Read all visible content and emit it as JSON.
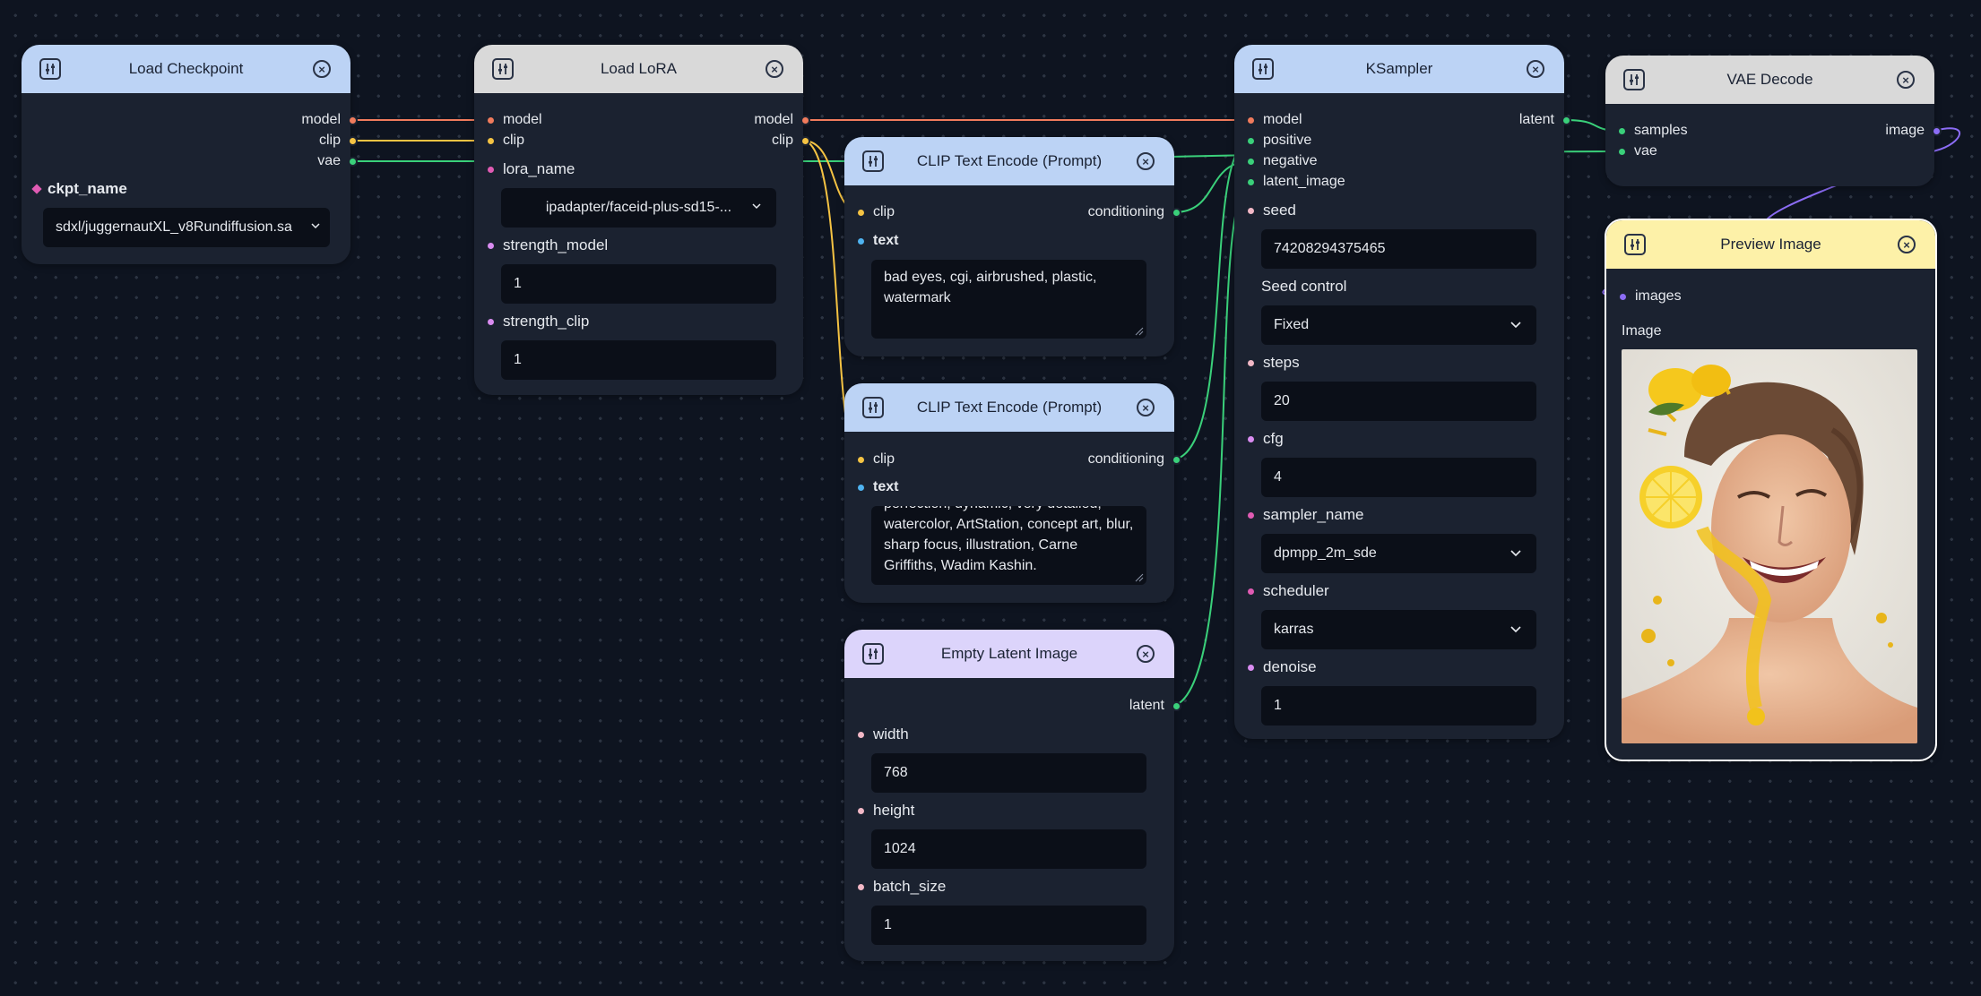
{
  "colors": {
    "canvas": "#0e1420",
    "node_body": "#1b2230",
    "header_blue": "#bcd3f5",
    "header_gray": "#d9d9d9",
    "header_purple": "#dcd4fb",
    "header_yellow": "#fdf1a8",
    "port_model": "#f07b5c",
    "port_clip": "#f5c343",
    "port_vae_latent": "#3ad07a",
    "port_text": "#4fb3f0",
    "port_image": "#8b6cf5",
    "port_int": "#f2b8c6",
    "port_combo": "#e05bb3",
    "port_float": "#d98cf0"
  },
  "nodes": {
    "load_checkpoint": {
      "title": "Load Checkpoint",
      "outputs": [
        "model",
        "clip",
        "vae"
      ],
      "ckpt_label": "ckpt_name",
      "ckpt_value": "sdxl/juggernautXL_v8Rundiffusion.sa"
    },
    "load_lora": {
      "title": "Load LoRA",
      "inputs": [
        "model",
        "clip"
      ],
      "outputs": [
        "model",
        "clip"
      ],
      "lora_label": "lora_name",
      "lora_value": "ipadapter/faceid-plus-sd15-...",
      "strength_model_label": "strength_model",
      "strength_model_value": "1",
      "strength_clip_label": "strength_clip",
      "strength_clip_value": "1"
    },
    "clip_neg": {
      "title": "CLIP Text Encode (Prompt)",
      "in_clip": "clip",
      "in_text": "text",
      "out": "conditioning",
      "text_value": "bad eyes, cgi, airbrushed, plastic, watermark"
    },
    "clip_pos": {
      "title": "CLIP Text Encode (Prompt)",
      "in_clip": "clip",
      "in_text": "text",
      "out": "conditioning",
      "text_value": "perfection, dynamic, very detailed, watercolor, ArtStation, concept art, blur, sharp focus, illustration, Carne Griffiths, Wadim Kashin."
    },
    "empty_latent": {
      "title": "Empty Latent Image",
      "out": "latent",
      "width_label": "width",
      "width_value": "768",
      "height_label": "height",
      "height_value": "1024",
      "batch_label": "batch_size",
      "batch_value": "1"
    },
    "ksampler": {
      "title": "KSampler",
      "inputs": [
        "model",
        "positive",
        "negative",
        "latent_image"
      ],
      "out": "latent",
      "seed_label": "seed",
      "seed_value": "74208294375465",
      "seed_control_label": "Seed control",
      "seed_control_value": "Fixed",
      "steps_label": "steps",
      "steps_value": "20",
      "cfg_label": "cfg",
      "cfg_value": "4",
      "sampler_label": "sampler_name",
      "sampler_value": "dpmpp_2m_sde",
      "scheduler_label": "scheduler",
      "scheduler_value": "karras",
      "denoise_label": "denoise",
      "denoise_value": "1"
    },
    "vae_decode": {
      "title": "VAE Decode",
      "inputs": [
        "samples",
        "vae"
      ],
      "out": "image"
    },
    "preview": {
      "title": "Preview Image",
      "in": "images",
      "image_label": "Image"
    }
  }
}
